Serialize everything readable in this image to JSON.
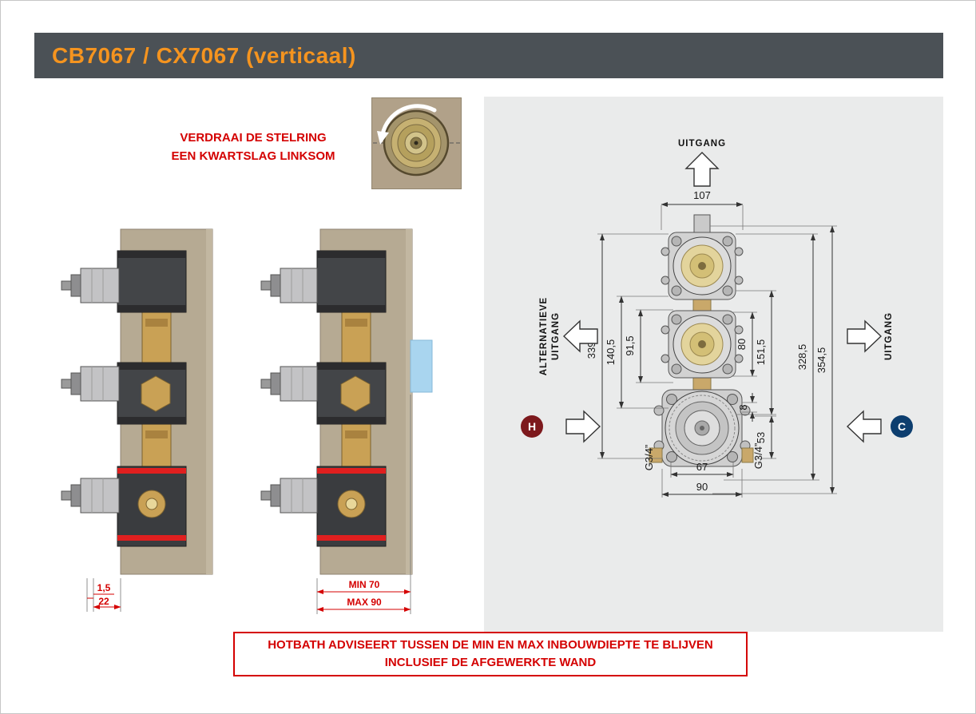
{
  "header": {
    "title": "CB7067 / CX7067 (verticaal)"
  },
  "instruction": {
    "line1": "VERDRAAI DE STELRING",
    "line2": "EEN KWARTSLAG LINKSOM"
  },
  "diagram": {
    "labels": {
      "outlet_top": "UITGANG",
      "alt_outlet_line1": "ALTERNATIEVE",
      "alt_outlet_line2": "UITGANG",
      "outlet_right": "UITGANG",
      "hot": "H",
      "cold": "C"
    },
    "colors": {
      "hot": "#7d191d",
      "cold": "#0d3e6f",
      "accent_red": "#d40000",
      "title_orange": "#f5941f"
    },
    "dims": {
      "top_width": "107",
      "left_outer": "339,5",
      "left_mid": "140,5",
      "left_inner": "91,5",
      "right_inner": "80",
      "right_mid": "151,5",
      "right_outer": "328,5",
      "right_outermost": "354,5",
      "offset_8": "8",
      "offset_53": "53",
      "bottom_inner": "67",
      "bottom_outer": "90",
      "thread_left": "G3/4”",
      "thread_right": "G3/4”"
    }
  },
  "side_views": {
    "view1": {
      "dim_ring": "1,5",
      "dim_depth": "22"
    },
    "view2": {
      "dim_min": "MIN 70",
      "dim_max": "MAX 90"
    }
  },
  "footer": {
    "line1": "HOTBATH ADVISEERT TUSSEN DE MIN EN MAX INBOUWDIEPTE TE BLIJVEN",
    "line2": "INCLUSIEF DE AFGEWERKTE WAND"
  }
}
